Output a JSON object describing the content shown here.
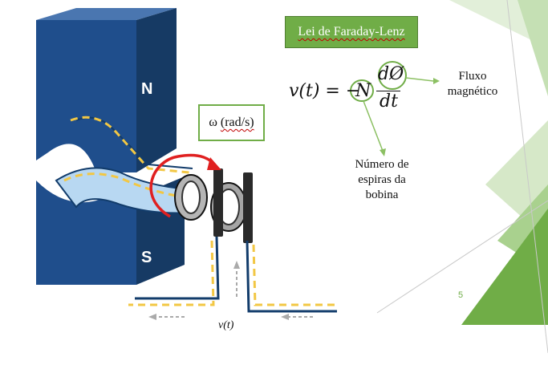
{
  "slide": {
    "title": "Lei de Faraday-Lenz",
    "omega_symbol": "ω",
    "omega_unit": "(rad/s)",
    "equation": {
      "lhs": "v(t) = −",
      "factor": "N",
      "numerator": "dØ",
      "denominator": "dt"
    },
    "annotations": {
      "flux": [
        "Fluxo",
        "magnético"
      ],
      "turns": [
        "Número de",
        "espiras da",
        "bobina"
      ]
    },
    "magnet": {
      "north": "N",
      "south": "S"
    },
    "output_label": "v(t)",
    "page_number": "5"
  },
  "colors": {
    "accent_green": "#70ad47",
    "light_green": "#c5e0b4",
    "magnet_blue": "#1f4e79",
    "rotation_arrow": "#e02020",
    "field_yellow": "#f2c744"
  }
}
